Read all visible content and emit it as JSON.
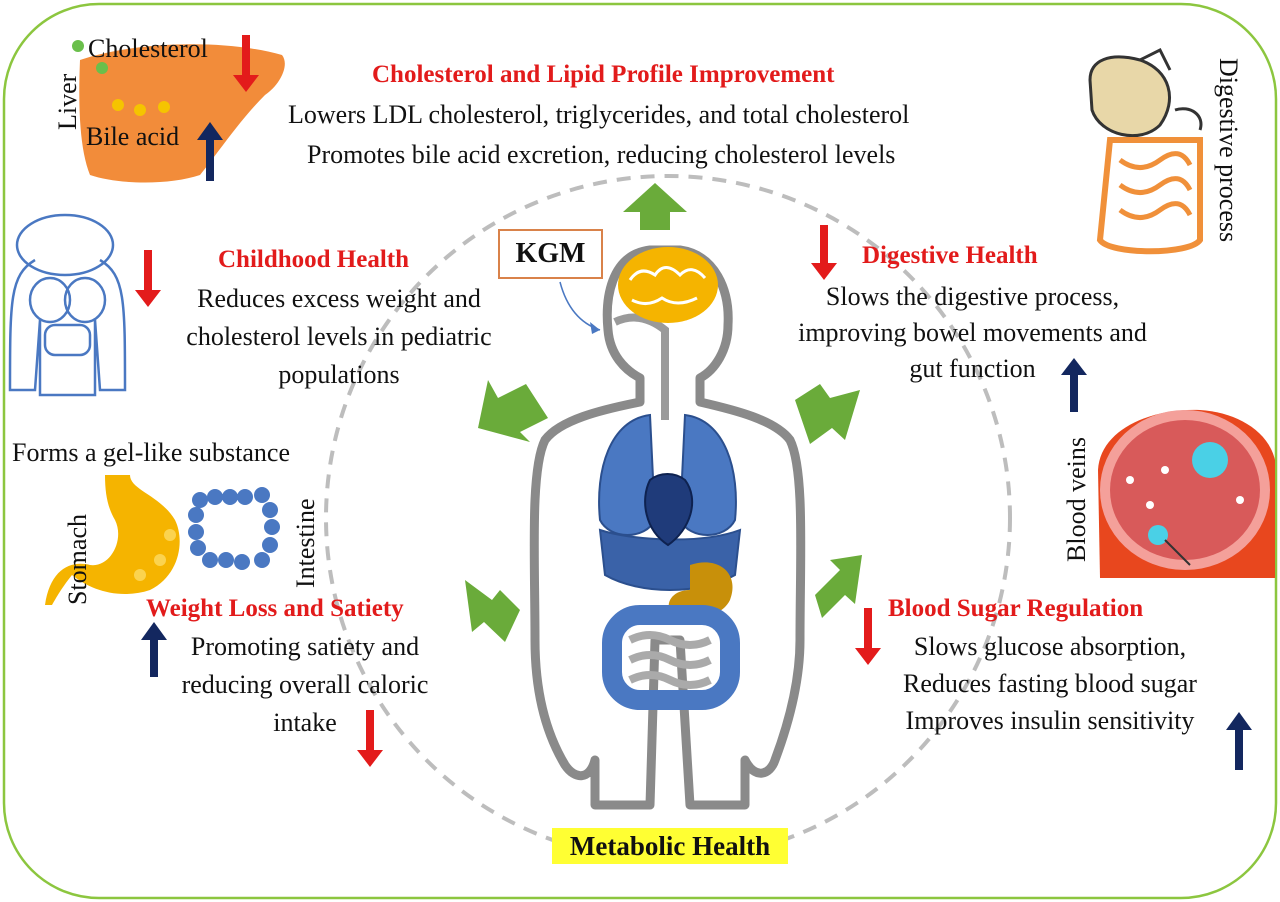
{
  "center": {
    "kgm_label": "KGM",
    "metabolic_label": "Metabolic Health"
  },
  "cholesterol": {
    "title": "Cholesterol and Lipid Profile Improvement",
    "line1": "Lowers LDL cholesterol, triglycerides, and total cholesterol",
    "line2": "Promotes bile acid excretion, reducing cholesterol levels"
  },
  "childhood": {
    "title": "Childhood Health",
    "line1": "Reduces excess weight and",
    "line2": "cholesterol levels in pediatric",
    "line3": "populations"
  },
  "digestive": {
    "title": "Digestive Health",
    "line1": "Slows the digestive process,",
    "line2": "improving bowel movements and",
    "line3": "gut function"
  },
  "weight": {
    "title": "Weight Loss and Satiety",
    "line1": "Promoting satiety and",
    "line2": "reducing overall caloric",
    "line3": "intake"
  },
  "blood_sugar": {
    "title": "Blood Sugar Regulation",
    "line1": "Slows glucose absorption,",
    "line2": "Reduces fasting blood sugar",
    "line3": "Improves insulin sensitivity"
  },
  "labels": {
    "liver": "Liver",
    "cholesterol": "Cholesterol",
    "bile_acid": "Bile acid",
    "digestive_process": "Digestive process",
    "gel": "Forms a gel-like substance",
    "stomach": "Stomach",
    "intestine": "Intestine",
    "blood_veins": "Blood veins"
  },
  "colors": {
    "title_red": "#e21b1b",
    "arrow_green": "#6aab3a",
    "arrow_up_navy": "#13275f",
    "arrow_down_red": "#e31b1b",
    "frame_green": "#8cc63f",
    "organ_blue": "#4a78c2"
  }
}
